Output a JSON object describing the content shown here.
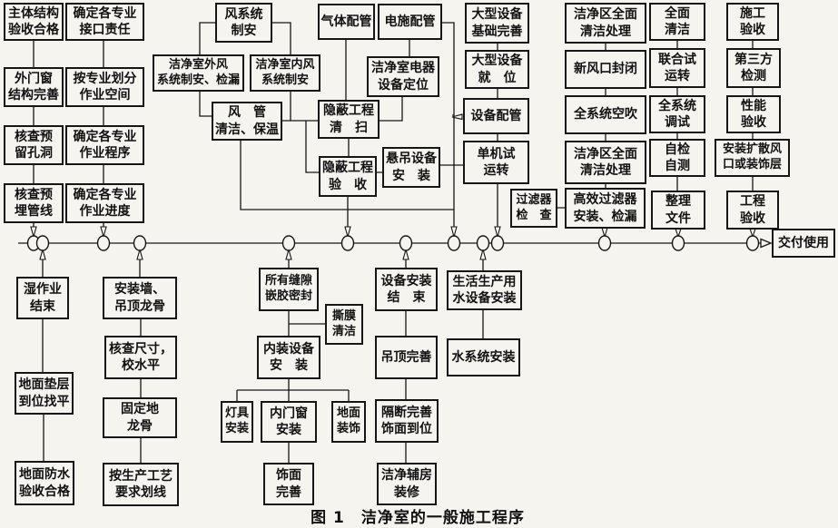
{
  "figure": {
    "caption": "图 1　洁净室的一般施工程序"
  },
  "nodes": [
    {
      "id": "zhuti-jiegou",
      "label": "主体结构\n验收合格"
    },
    {
      "id": "waimenchuang",
      "label": "外门窗\n结构完善"
    },
    {
      "id": "hecha-yuliu-kongdong",
      "label": "核查预\n留孔洞"
    },
    {
      "id": "hecha-yumai-guanxian",
      "label": "核查预\n埋管线"
    },
    {
      "id": "queding-jiekou-zeren",
      "label": "确定各专业\n接口责任"
    },
    {
      "id": "an-zhuanye-huafen",
      "label": "按专业划分\n作业空间"
    },
    {
      "id": "queding-zuoye-chengxu",
      "label": "确定各专业\n作业程序"
    },
    {
      "id": "queding-zuoye-jindu",
      "label": "确定各专业\n作业进度"
    },
    {
      "id": "feng-xitong-zhian",
      "label": "风系统\n制安"
    },
    {
      "id": "jiejingshi-waifeng",
      "label": "洁净室外风\n系统制安、检漏"
    },
    {
      "id": "jiejingshi-neifeng",
      "label": "洁净室内风\n系统制安"
    },
    {
      "id": "fengguan-qingjie",
      "label": "风　管\n清洁、保温"
    },
    {
      "id": "qiti-peiguan",
      "label": "气体配管"
    },
    {
      "id": "dianshi-peiguan",
      "label": "电施配管"
    },
    {
      "id": "jiejingshi-dianqi",
      "label": "洁净室电器\n设备定位"
    },
    {
      "id": "yinbi-gongcheng-qingsao",
      "label": "隐蔽工程\n清　扫"
    },
    {
      "id": "yinbi-gongcheng-yanshou",
      "label": "隐蔽工程\n验　收"
    },
    {
      "id": "xuandiao-shebei",
      "label": "悬吊设备\n安　装"
    },
    {
      "id": "daxing-shebei-jichu",
      "label": "大型设备\n基础完善"
    },
    {
      "id": "daxing-shebei-jiuwei",
      "label": "大型设备\n就　位"
    },
    {
      "id": "shebei-peiguan",
      "label": "设备配管"
    },
    {
      "id": "danji-shi-yunzhuan",
      "label": "单机试\n运转"
    },
    {
      "id": "guolvqi-jiancha",
      "label": "过滤器\n检　查"
    },
    {
      "id": "jiejingqu-qingjie-1",
      "label": "洁净区全面\n清洁处理"
    },
    {
      "id": "xinfengkou-fengbi",
      "label": "新风口封闭"
    },
    {
      "id": "quanxitong-kongchui",
      "label": "全系统空吹"
    },
    {
      "id": "jiejingqu-qingjie-2",
      "label": "洁净区全面\n清洁处理"
    },
    {
      "id": "gaoxiao-guolvqi",
      "label": "高效过滤器\n安装、检漏"
    },
    {
      "id": "quanmian-qingjie",
      "label": "全面\n清洁"
    },
    {
      "id": "lianhe-shi-yunzhuan",
      "label": "联合试\n运转"
    },
    {
      "id": "quanxitong-tiaoshi",
      "label": "全系统\n调试"
    },
    {
      "id": "zijian-zice",
      "label": "自检\n自测"
    },
    {
      "id": "zhengli-wenjian",
      "label": "整理\n文件"
    },
    {
      "id": "shigong-yanshou",
      "label": "施工\n验收"
    },
    {
      "id": "disanfang-jiance",
      "label": "第三方\n检测"
    },
    {
      "id": "xingneng-yanshou",
      "label": "性能\n验收"
    },
    {
      "id": "anzhuang-kuosan",
      "label": "安装扩散风\n口或装饰层"
    },
    {
      "id": "gongcheng-yanshou",
      "label": "工程\n验收"
    },
    {
      "id": "jiaofu-shiyong",
      "label": "交付使用"
    },
    {
      "id": "shizuoye-jieshu",
      "label": "湿作业\n结束"
    },
    {
      "id": "dimian-dianceng",
      "label": "地面垫层\n到位找平"
    },
    {
      "id": "dimian-fangshui",
      "label": "地面防水\n验收合格"
    },
    {
      "id": "anzhuang-qiang",
      "label": "安装墙、\n吊顶龙骨"
    },
    {
      "id": "hecha-chicun",
      "label": "核查尺寸，\n校水平"
    },
    {
      "id": "guding-di-longgu",
      "label": "固定地\n龙骨"
    },
    {
      "id": "an-shengchan-gongyi",
      "label": "按生产工艺\n要求划线"
    },
    {
      "id": "suoyou-fengxi",
      "label": "所有缝隙\n嵌胶密封"
    },
    {
      "id": "simo-qingjie",
      "label": "撕膜\n清洁"
    },
    {
      "id": "neizhuang-shebei",
      "label": "内装设备\n安　装"
    },
    {
      "id": "dengju-anzhuang",
      "label": "灯具\n安装"
    },
    {
      "id": "neimenchuang-anzhuang",
      "label": "内门窗\n安装"
    },
    {
      "id": "dimian-zhuangshi",
      "label": "地面\n装饰"
    },
    {
      "id": "shimian-wanshan",
      "label": "饰面\n完善"
    },
    {
      "id": "shebei-anzhuang-jieshu",
      "label": "设备安装\n结　束"
    },
    {
      "id": "diaoding-wanshan",
      "label": "吊顶完善"
    },
    {
      "id": "geduan-wanshan",
      "label": "隔断完善\n饰面到位"
    },
    {
      "id": "jiejing-fufang",
      "label": "洁净辅房\n装修"
    },
    {
      "id": "shenghuo-shengchan",
      "label": "生活生产用\n水设备安装"
    },
    {
      "id": "shuixitong-anzhuang",
      "label": "水系统安装"
    }
  ]
}
